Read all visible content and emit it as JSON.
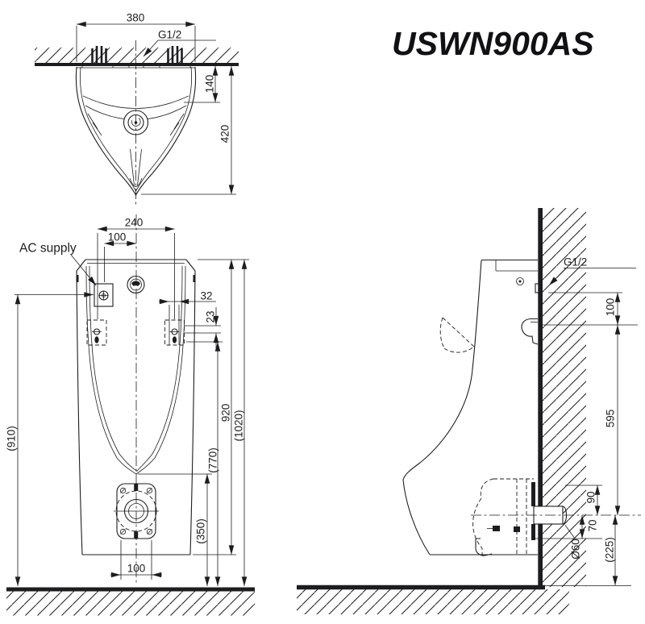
{
  "title": "USWN900AS",
  "colors": {
    "line": "#1d1d1f",
    "background": "#ffffff"
  },
  "top": {
    "d380": "380",
    "inlet": "G1/2",
    "d140": "140",
    "d420": "420"
  },
  "front": {
    "ac_label": "AC supply",
    "d240": "240",
    "d100_top": "100",
    "d32": "32",
    "d23": "23",
    "d910": "(910)",
    "d920": "920",
    "d1020": "(1020)",
    "d770": "(770)",
    "d350": "(350)",
    "d100_bottom": "100"
  },
  "side": {
    "inlet": "G1/2",
    "d100": "100",
    "d595": "595",
    "d90": "90",
    "d70": "70",
    "dia60": "Ø60",
    "d225": "(225)"
  }
}
